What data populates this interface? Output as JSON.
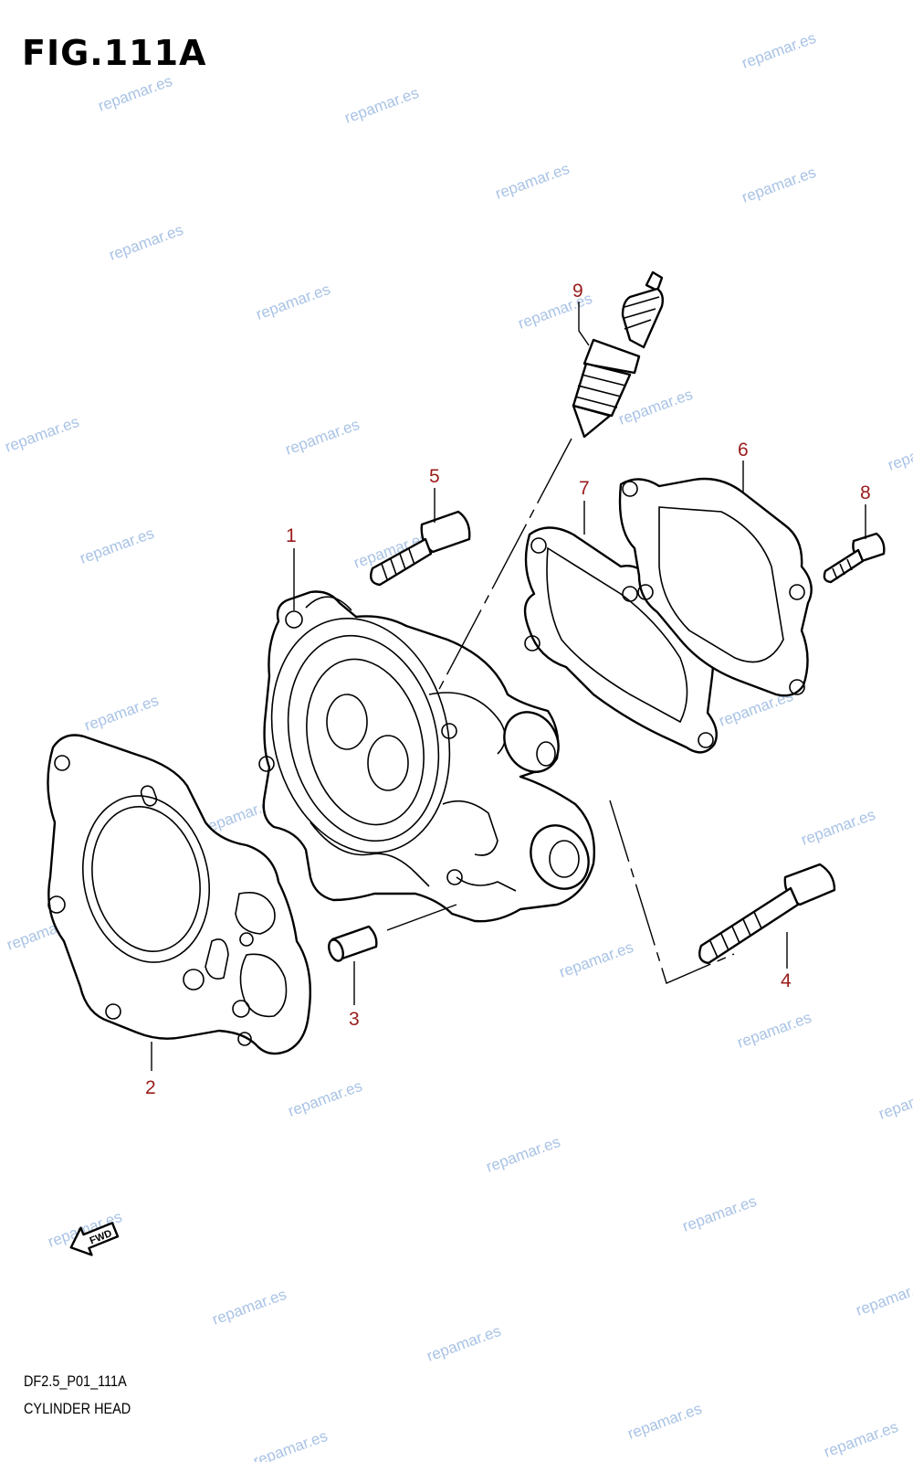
{
  "figure": {
    "title": "FIG.111A",
    "model_code": "DF2.5_P01_111A",
    "section_name": "CYLINDER HEAD"
  },
  "callouts": [
    "1",
    "2",
    "3",
    "4",
    "5",
    "6",
    "7",
    "8",
    "9"
  ],
  "fwd_label": "FWD",
  "watermark": {
    "text": "repamar.es",
    "color": "#a9c3e6"
  },
  "colors": {
    "callout": "#9b1b1b",
    "line": "#000000"
  }
}
